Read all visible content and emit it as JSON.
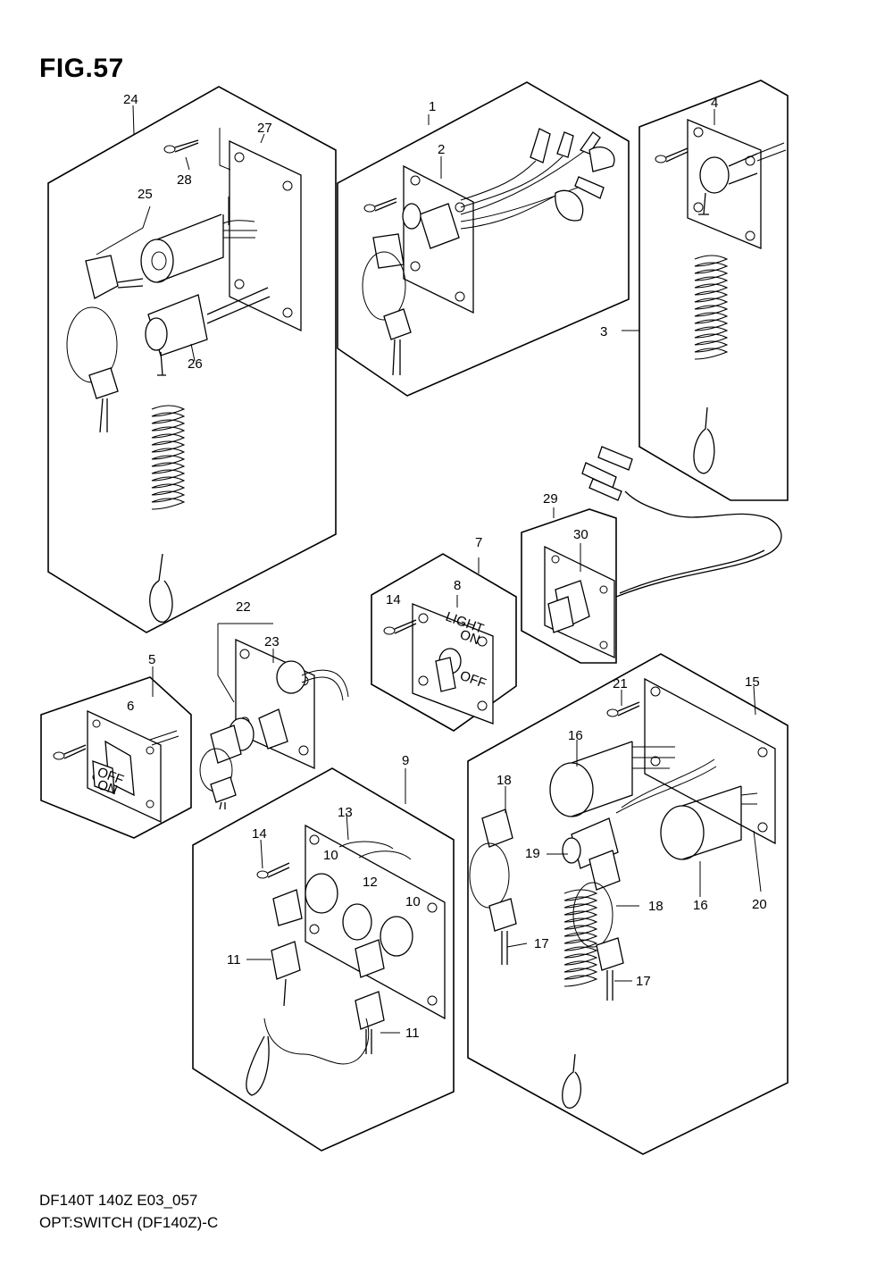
{
  "figure": {
    "title": "FIG.57"
  },
  "footer": {
    "line1": "DF140T 140Z E03_057",
    "line2": "OPT:SWITCH (DF140Z)-C"
  },
  "callouts": [
    "1",
    "2",
    "3",
    "4",
    "5",
    "6",
    "7",
    "8",
    "9",
    "10",
    "10",
    "11",
    "11",
    "12",
    "13",
    "14",
    "14",
    "15",
    "16",
    "16",
    "17",
    "17",
    "18",
    "18",
    "19",
    "20",
    "21",
    "22",
    "23",
    "24",
    "25",
    "26",
    "27",
    "28",
    "29",
    "30"
  ],
  "panel_texts": {
    "light_label": "LIGHT",
    "on_label": "ON",
    "off_label": "OFF",
    "rocker_off": "OFF",
    "rocker_on": "ON"
  }
}
